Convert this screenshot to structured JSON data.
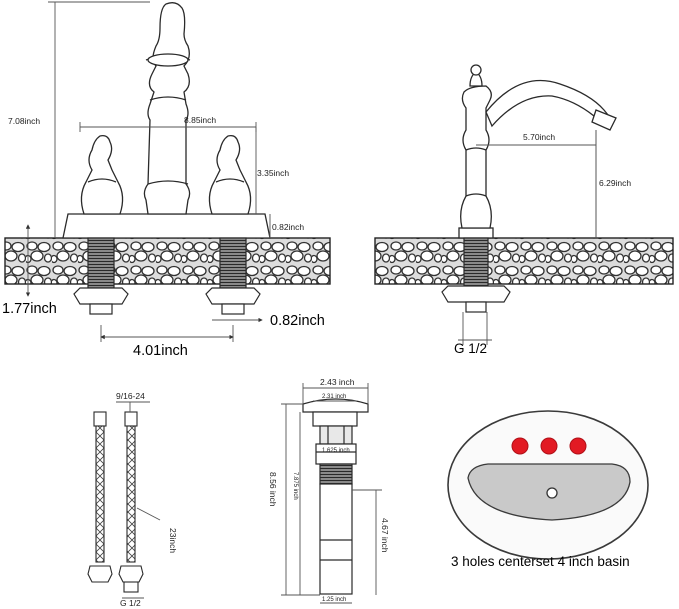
{
  "dimensions": {
    "overall_height": "7.08inch",
    "center_width": "8.85inch",
    "handle_height": "3.35inch",
    "base_height": "0.82inch",
    "deck_thickness": "1.77inch",
    "shank_length": "0.82inch",
    "center_spacing": "4.01inch",
    "spout_reach": "5.70inch",
    "spout_height": "6.29inch",
    "faucet_thread": "G 1/2",
    "hose_top_thread": "9/16-24",
    "hose_length": "23inch",
    "hose_bottom_thread": "G 1/2",
    "drain_cap_width": "2.43 inch",
    "drain_cap_inner": "2.31 inch",
    "drain_throat": "1.625 inch",
    "drain_overall": "8.56 inch",
    "drain_body": "7.875 inch",
    "drain_lower": "4.67 inch",
    "drain_tail": "1.25 inch"
  },
  "basin_caption": "3 holes centerset 4 inch basin",
  "colors": {
    "line": "#2a2a2a",
    "stone_fill": "#d9d9d9",
    "hole_red": "#e21a23",
    "basin_gray": "#c9c9c9"
  }
}
